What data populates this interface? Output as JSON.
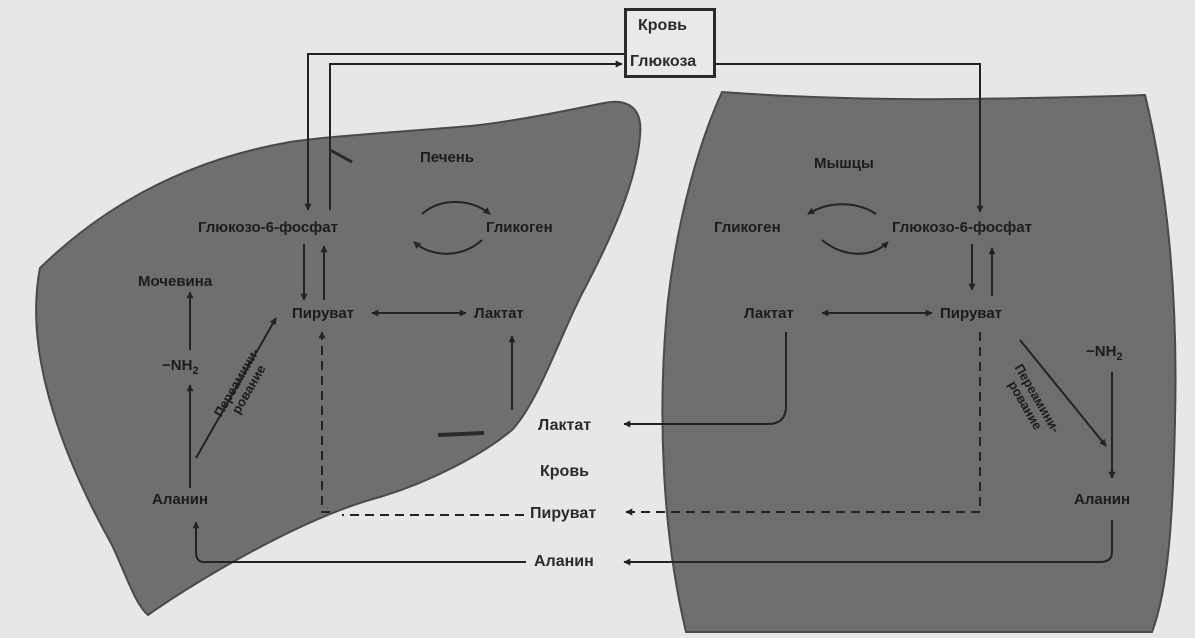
{
  "blood_top": {
    "title": "Кровь",
    "glucose": "Глюкоза"
  },
  "liver": {
    "title": "Печень",
    "g6p": "Глюкозо-6-фосфат",
    "glycogen": "Гликоген",
    "urea": "Мочевина",
    "nh2": "−NH",
    "nh2_sub": "2",
    "pyruvate": "Пируват",
    "lactate": "Лактат",
    "transamination": [
      "Переамини-",
      "рование"
    ],
    "alanine": "Аланин"
  },
  "muscle": {
    "title": "Мышцы",
    "glycogen": "Гликоген",
    "g6p": "Глюкозо-6-фосфат",
    "lactate": "Лактат",
    "pyruvate": "Пируват",
    "nh2": "−NH",
    "nh2_sub": "2",
    "transamination": [
      "Переамини-",
      "рование"
    ],
    "alanine": "Аланин"
  },
  "blood_middle": {
    "lactate": "Лактат",
    "title": "Кровь",
    "pyruvate": "Пируват",
    "alanine": "Аланин"
  },
  "colors": {
    "organ_fill": "#6e6e6e",
    "background": "#e7e7e5",
    "line": "#2b2b2b"
  }
}
